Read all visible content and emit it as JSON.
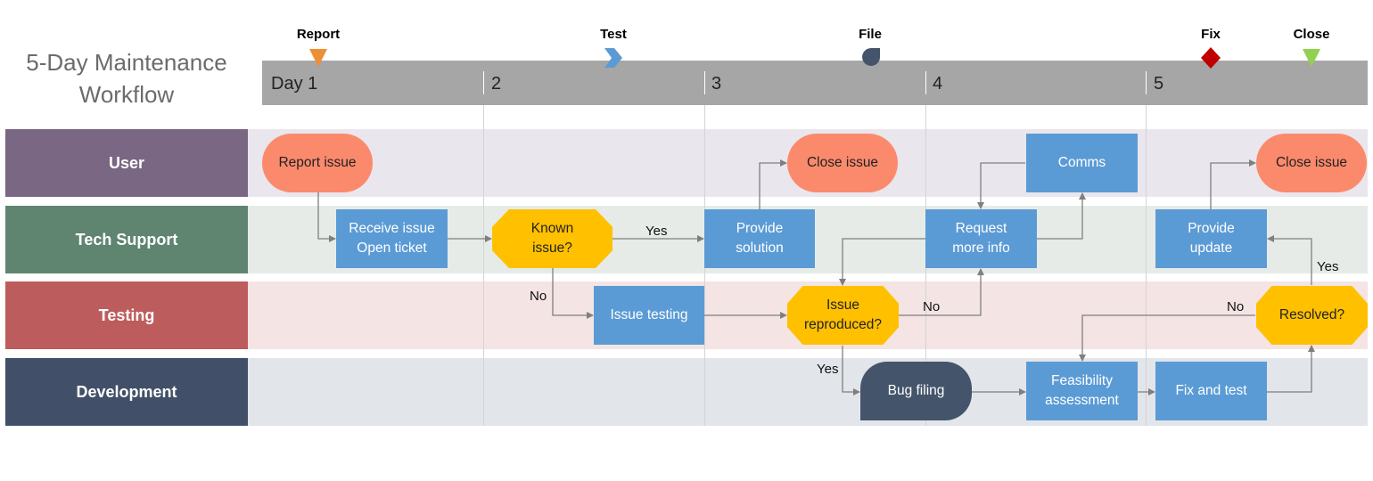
{
  "title": "5-Day Maintenance Workflow",
  "days": [
    "Day 1",
    "2",
    "3",
    "4",
    "5"
  ],
  "milestones": [
    {
      "label": "Report",
      "icon": "down-triangle-icon",
      "color": "#ed8f35"
    },
    {
      "label": "Test",
      "icon": "chevron-right-icon",
      "color": "#5b9bd5"
    },
    {
      "label": "File",
      "icon": "teardrop-icon",
      "color": "#44546a"
    },
    {
      "label": "Fix",
      "icon": "diamond-icon",
      "color": "#c00000"
    },
    {
      "label": "Close",
      "icon": "down-triangle-icon",
      "color": "#92d050"
    }
  ],
  "lanes": [
    {
      "label": "User",
      "color": "#7a6783",
      "bg": "#eae6ed"
    },
    {
      "label": "Tech Support",
      "color": "#5f8571",
      "bg": "#e6ebe8"
    },
    {
      "label": "Testing",
      "color": "#bd5c5d",
      "bg": "#f4e4e4"
    },
    {
      "label": "Development",
      "color": "#415068",
      "bg": "#e2e5e9"
    }
  ],
  "nodes": {
    "report_issue": "Report issue",
    "close_issue_1": "Close issue",
    "comms": "Comms",
    "close_issue_2": "Close issue",
    "receive_issue": "Receive issue\nOpen ticket",
    "known_issue": "Known\nissue?",
    "provide_solution": "Provide\nsolution",
    "request_info": "Request\nmore info",
    "provide_update": "Provide\nupdate",
    "issue_testing": "Issue testing",
    "issue_reproduced": "Issue\nreproduced?",
    "resolved": "Resolved?",
    "bug_filing": "Bug filing",
    "feasibility": "Feasibility\nassessment",
    "fix_test": "Fix and test"
  },
  "edge_labels": {
    "yes_known": "Yes",
    "no_known": "No",
    "no_reproduced": "No",
    "yes_reproduced": "Yes",
    "no_resolved": "No",
    "yes_resolved": "Yes"
  }
}
